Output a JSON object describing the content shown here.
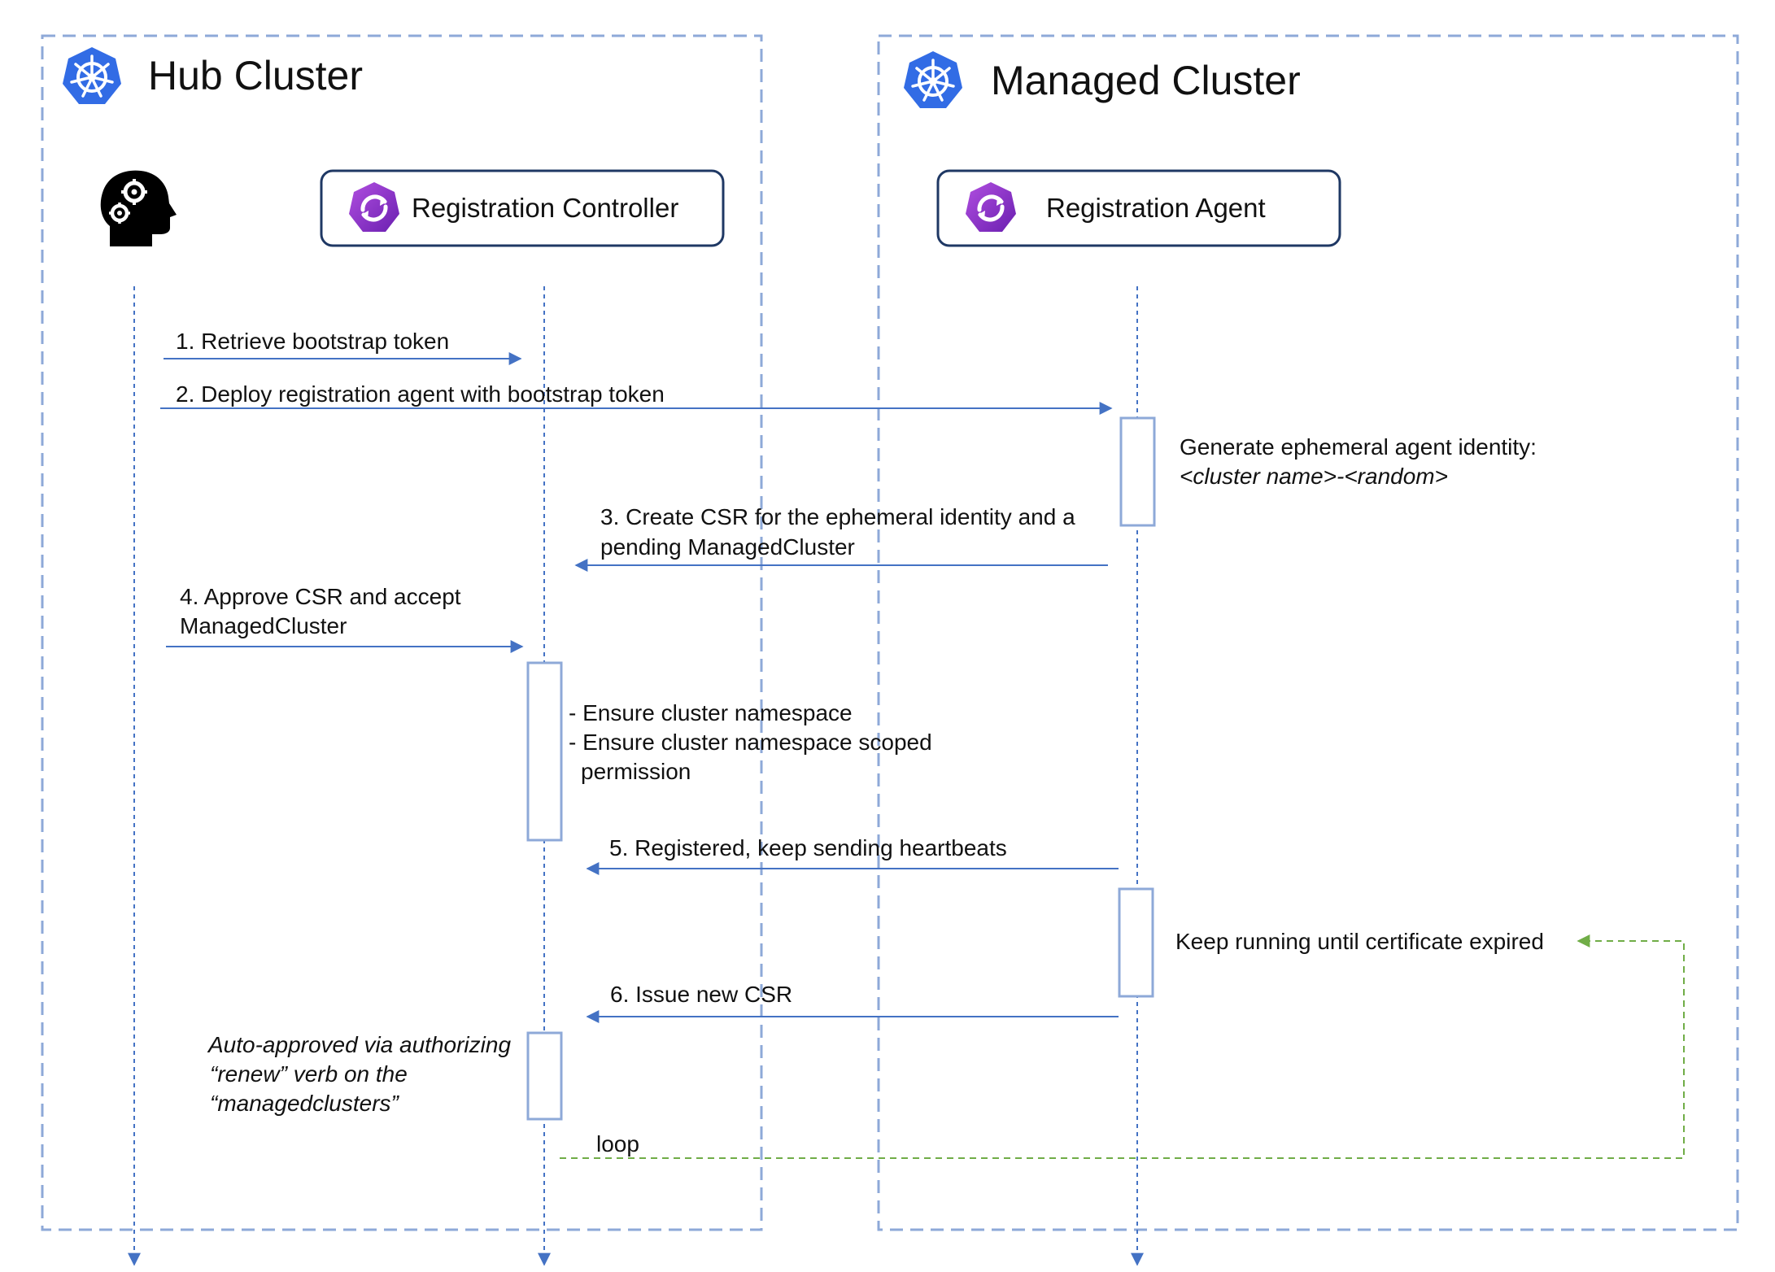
{
  "clusters": {
    "hub": {
      "title": "Hub Cluster"
    },
    "managed": {
      "title": "Managed Cluster"
    }
  },
  "participants": {
    "admin": {
      "icon": "admin-head-gears-icon"
    },
    "controller": {
      "label": "Registration Controller",
      "icon": "registration-logo-icon"
    },
    "agent": {
      "label": "Registration Agent",
      "icon": "registration-logo-icon"
    }
  },
  "messages": {
    "m1": "1. Retrieve bootstrap token",
    "m2": "2. Deploy registration agent with bootstrap token",
    "m3_line1": "3. Create CSR for the ephemeral identity and a",
    "m3_line2": "pending ManagedCluster",
    "m4_line1": "4. Approve CSR and accept",
    "m4_line2": "ManagedCluster",
    "m5": "5. Registered, keep sending heartbeats",
    "m6": "6. Issue new CSR"
  },
  "notes": {
    "identity_line1": "Generate ephemeral agent identity:",
    "identity_line2": "<cluster name>-<random>",
    "ensure_line1": "- Ensure cluster namespace",
    "ensure_line2": "- Ensure cluster namespace scoped",
    "ensure_line3": "permission",
    "keep_running": "Keep running until certificate expired",
    "auto_line1": "Auto-approved via authorizing",
    "auto_line2": "“renew” verb on the",
    "auto_line3": "“managedclusters”",
    "loop": "loop"
  },
  "colors": {
    "cluster_border": "#8ea9d8",
    "lifeline": "#4472c4",
    "arrow": "#4472c4",
    "box_border": "#1f3864",
    "activation_border": "#8ea9d8",
    "loop": "#70ad47",
    "k8s_blue": "#326ce5",
    "logo_purple": "#8a2be2"
  }
}
